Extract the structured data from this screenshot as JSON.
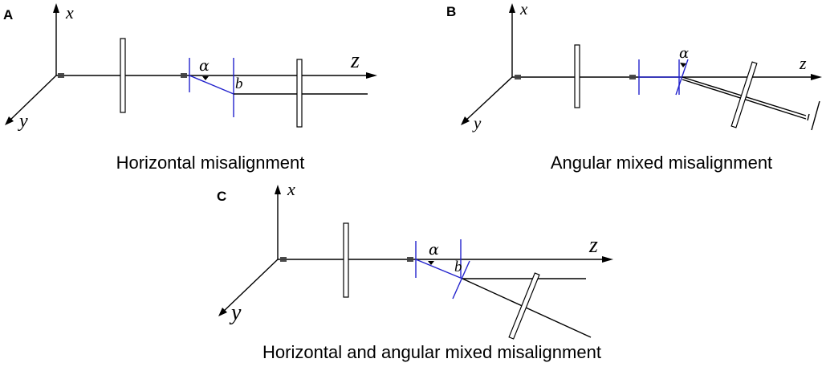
{
  "panels": [
    {
      "letter": "A",
      "caption": "Horizontal misalignment",
      "axis_x": "x",
      "axis_y": "y",
      "axis_z": "z",
      "angle_label": "α",
      "offset_label": "b"
    },
    {
      "letter": "B",
      "caption": "Angular mixed misalignment",
      "axis_x": "x",
      "axis_y": "y",
      "axis_z": "z",
      "angle_label": "α"
    },
    {
      "letter": "C",
      "caption": "Horizontal and angular mixed misalignment",
      "axis_x": "x",
      "axis_y": "y",
      "axis_z": "z",
      "angle_label": "α",
      "offset_label": "b"
    }
  ],
  "colors": {
    "shaft": "#000000",
    "coupling": "#2222cc",
    "background": "#ffffff"
  }
}
